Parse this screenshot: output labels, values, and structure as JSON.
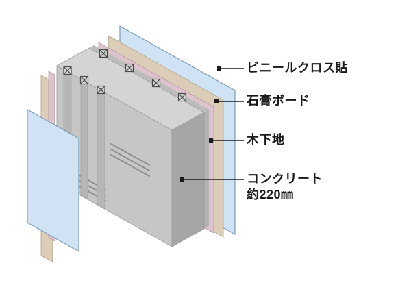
{
  "figure": {
    "background": "#ffffff",
    "labels": [
      {
        "id": "vinyl",
        "text": "ビニールクロス貼"
      },
      {
        "id": "gypsum",
        "text": "石膏ボード"
      },
      {
        "id": "wood",
        "text": "木下地"
      },
      {
        "id": "concrete",
        "text": "コンクリート",
        "text2": "約220㎜"
      }
    ],
    "colors": {
      "vinyl_cloth": "#cfe3f4",
      "vinyl_edge": "#7d9cba",
      "gypsum_board": "#dccdb9",
      "gypsum_edge": "#b3a188",
      "wood_base": "#dcc3cc",
      "wood_edge": "#b795a3",
      "stud_gray": "#bcbcba",
      "concrete_top": "#d4d4d2",
      "concrete_face": "#c6c6c4",
      "concrete_end": "#a6a6a4",
      "line": "#1a1a1a"
    }
  }
}
